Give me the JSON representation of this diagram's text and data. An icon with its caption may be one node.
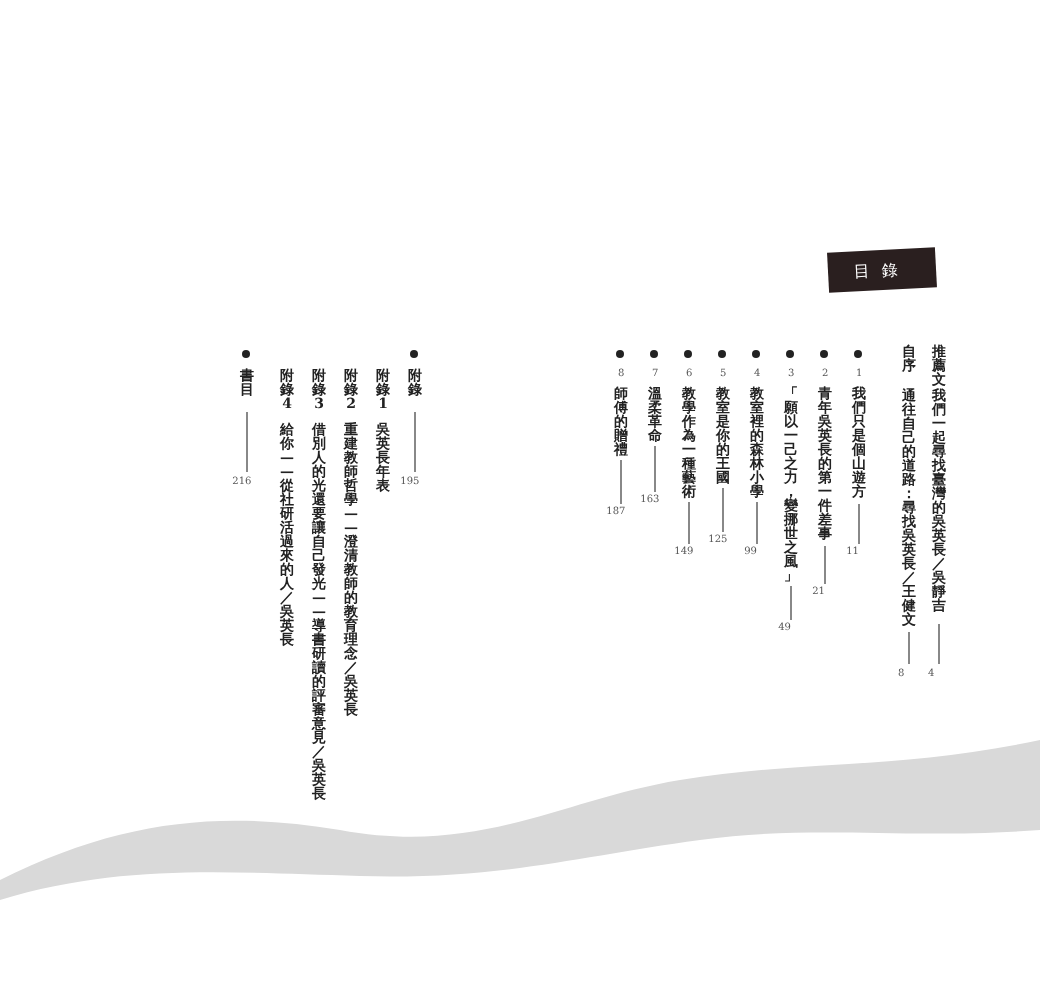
{
  "diagram": {
    "title": "目錄",
    "labels": [
      "推薦文",
      "我們一起尋找臺灣的吳英長／吳靜吉",
      "4",
      "自序",
      "通往自己的道路：尋找吳英長／王健文",
      "8",
      "1",
      "我們只是個山遊方",
      "11",
      "2",
      "青年吳英長的第一件差事",
      "21",
      "3",
      "「願以一己之力，變挪世之風」",
      "49",
      "4",
      "教室裡的森林小學",
      "99",
      "5",
      "教室是你的王國",
      "125",
      "6",
      "教學作為一種藝術",
      "149",
      "7",
      "溫柔革命",
      "163",
      "8",
      "師傅的贈禮",
      "187",
      "附錄",
      "195",
      "附錄1",
      "吳英長年表",
      "附錄2",
      "重建教師哲學——澄清教師的教育理念／吳英長",
      "附錄3",
      "借別人的光還要讓自己發光——導書研讀的評審意見／吳英長",
      "附錄4",
      "給你——從社研活過來的人／吳英長",
      "書目",
      "216"
    ]
  }
}
